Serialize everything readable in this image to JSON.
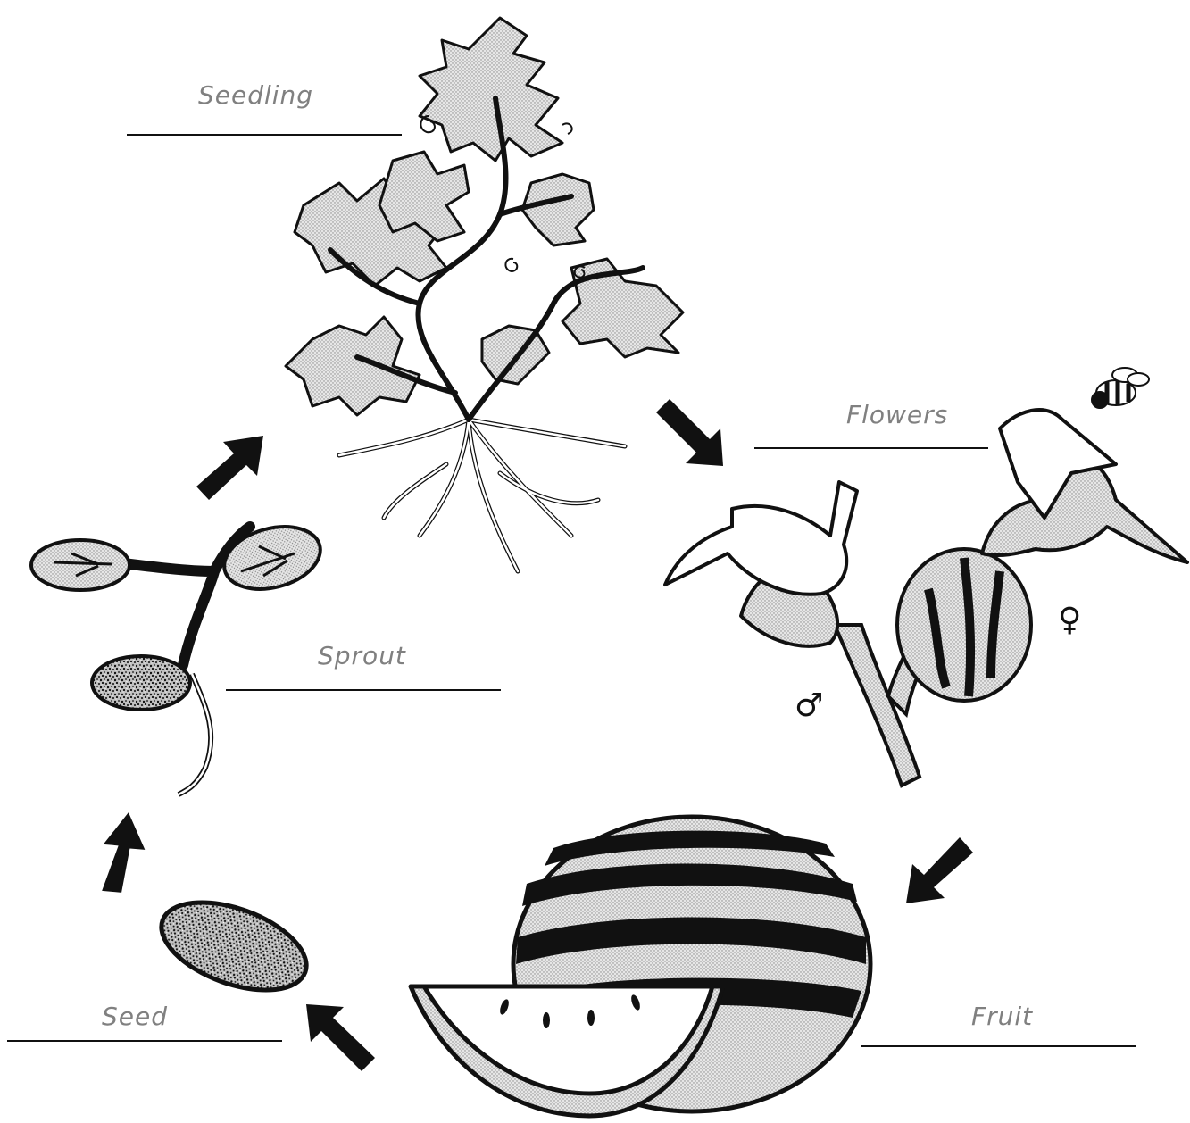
{
  "title": "",
  "stages": {
    "seedling": {
      "label": "Seedling"
    },
    "flowers": {
      "label": "Flowers"
    },
    "sprout": {
      "label": "Sprout"
    },
    "seed": {
      "label": "Seed"
    },
    "fruit": {
      "label": "Fruit"
    }
  },
  "symbols": {
    "male": "♂",
    "female": "♀"
  },
  "colors": {
    "ink": "#111111",
    "fill_light": "#d8d8d8",
    "label_gray": "#808080"
  }
}
